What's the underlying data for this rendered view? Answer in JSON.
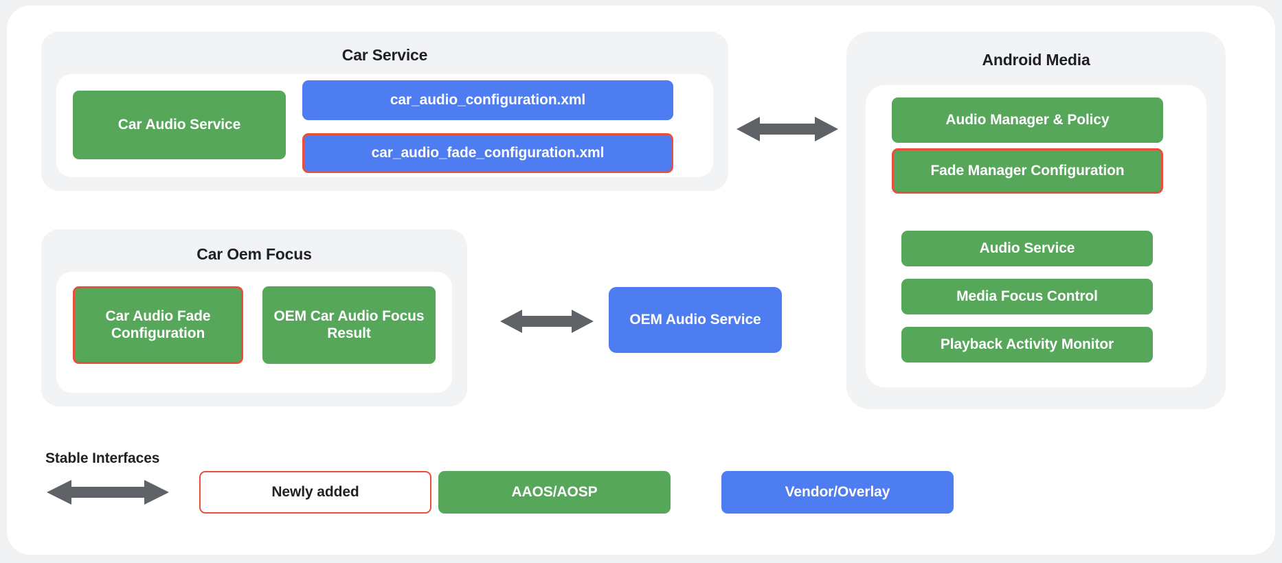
{
  "diagram": {
    "groups": [
      {
        "id": "car-service",
        "title": "Car Service",
        "nodes": [
          {
            "id": "car-audio-service",
            "label": "Car Audio Service",
            "style": "green",
            "outlined": false
          },
          {
            "id": "car-audio-configuration-xml",
            "label": "car_audio_configuration.xml",
            "style": "blue",
            "outlined": false
          },
          {
            "id": "car-audio-fade-configuration-xml",
            "label": "car_audio_fade_configuration.xml",
            "style": "blue",
            "outlined": true
          }
        ]
      },
      {
        "id": "car-oem-focus",
        "title": "Car Oem Focus",
        "nodes": [
          {
            "id": "car-audio-fade-configuration",
            "label": "Car Audio Fade Configuration",
            "style": "green",
            "outlined": true
          },
          {
            "id": "oem-car-audio-focus-result",
            "label": "OEM Car Audio Focus Result",
            "style": "green",
            "outlined": false
          }
        ]
      },
      {
        "id": "android-media",
        "title": "Android Media",
        "nodes": [
          {
            "id": "audio-manager-policy",
            "label": "Audio Manager & Policy",
            "style": "green",
            "outlined": false
          },
          {
            "id": "fade-manager-configuration",
            "label": "Fade Manager Configuration",
            "style": "green",
            "outlined": true
          },
          {
            "id": "audio-service",
            "label": "Audio Service",
            "style": "green",
            "outlined": false
          },
          {
            "id": "media-focus-control",
            "label": "Media Focus Control",
            "style": "green",
            "outlined": false
          },
          {
            "id": "playback-activity-monitor",
            "label": "Playback Activity Monitor",
            "style": "green",
            "outlined": false
          }
        ]
      }
    ],
    "standalone_nodes": [
      {
        "id": "oem-audio-service",
        "label": "OEM Audio Service",
        "style": "blue",
        "outlined": false
      }
    ],
    "connectors": [
      {
        "id": "car-service-to-android-media",
        "type": "double-arrow"
      },
      {
        "id": "car-oem-focus-to-oem-audio-service",
        "type": "double-arrow"
      }
    ]
  },
  "legend": {
    "stable_interfaces_label": "Stable Interfaces",
    "items": [
      {
        "id": "newly-added",
        "label": "Newly added",
        "style": "white-outlined"
      },
      {
        "id": "aaos-aosp",
        "label": "AAOS/AOSP",
        "style": "green"
      },
      {
        "id": "vendor-overlay",
        "label": "Vendor/Overlay",
        "style": "blue"
      }
    ]
  },
  "colors": {
    "green": "#57a75b",
    "blue": "#4d7df0",
    "outline_red": "#e8503a",
    "arrow_gray": "#5f6368",
    "panel_gray": "#f1f3f4",
    "page_bg": "#eff1f3"
  }
}
